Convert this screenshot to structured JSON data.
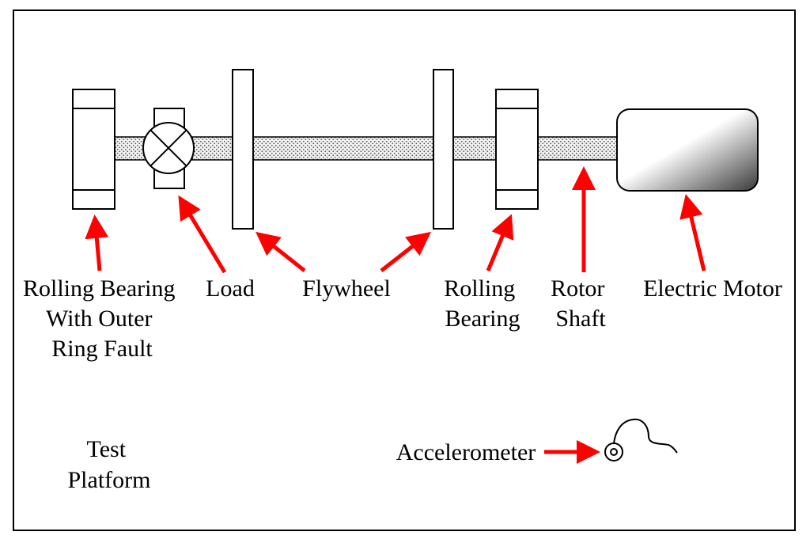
{
  "labels": {
    "rolling_bearing_fault": [
      "Rolling Bearing",
      "With Outer",
      "Ring Fault"
    ],
    "load": "Load",
    "flywheel": "Flywheel",
    "rolling_bearing": [
      "Rolling",
      "Bearing"
    ],
    "rotor_shaft": [
      "Rotor",
      "Shaft"
    ],
    "electric_motor": "Electric Motor",
    "test_platform": [
      "Test",
      "Platform"
    ],
    "accelerometer": "Accelerometer"
  },
  "colors": {
    "arrow": "#ff0000",
    "outline": "#000000",
    "shaft_fill": "#e6e6e6",
    "motor_gradient_dark": "#4a4a4a",
    "motor_gradient_light": "#ffffff"
  },
  "icons": {
    "load_symbol": "circle-x-icon",
    "accelerometer_symbol": "concentric-circle-sensor-icon"
  }
}
